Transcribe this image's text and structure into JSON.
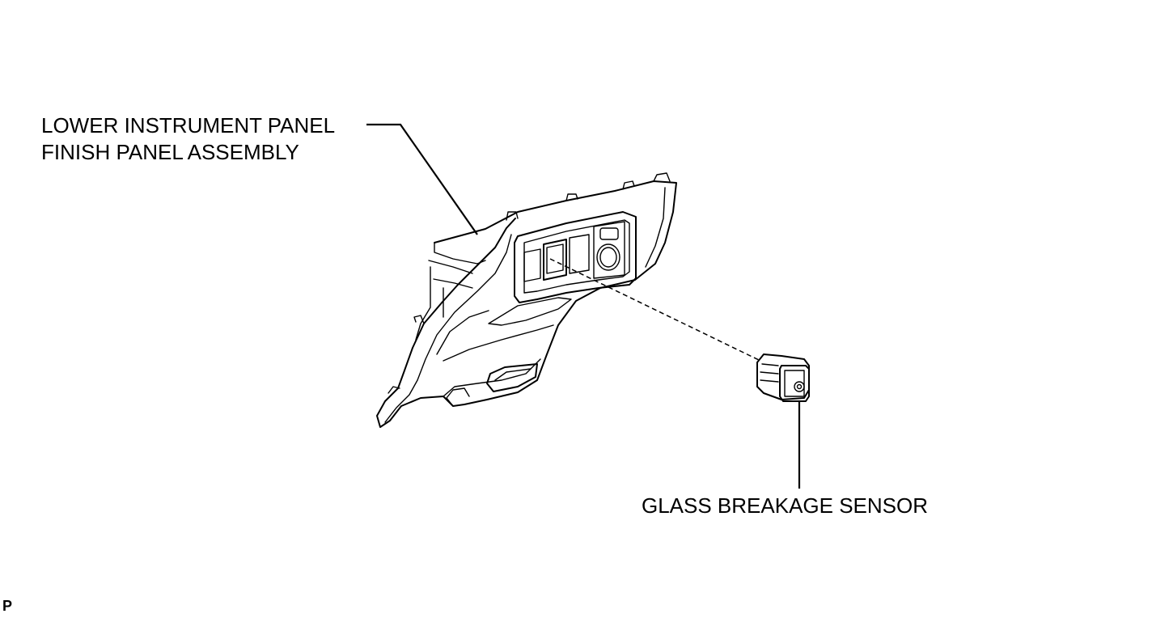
{
  "callouts": {
    "panel": {
      "line1": "LOWER INSTRUMENT PANEL",
      "line2": "FINISH PANEL ASSEMBLY"
    },
    "sensor": {
      "label": "GLASS BREAKAGE SENSOR"
    }
  },
  "figure_code": "P",
  "colors": {
    "ink": "#000000",
    "background": "#ffffff"
  }
}
